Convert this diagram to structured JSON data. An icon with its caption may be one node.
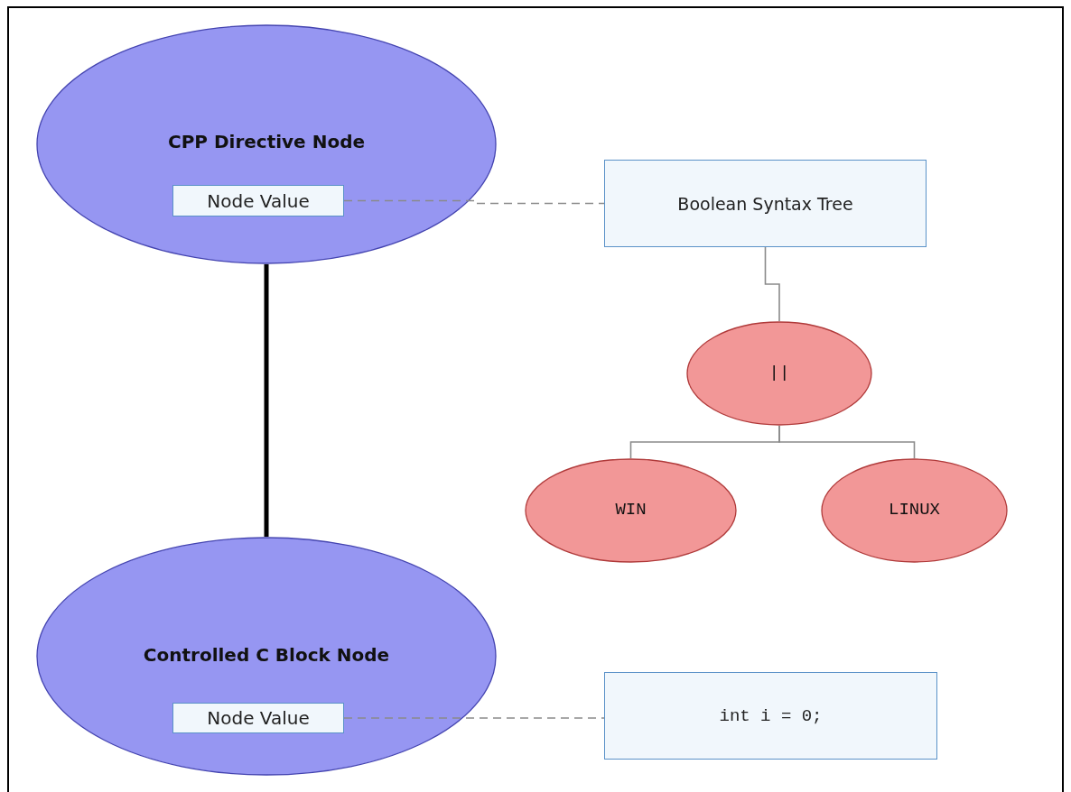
{
  "diagram": {
    "nodes": [
      {
        "text": [
          "CPP Directive Node"
        ]
      },
      {
        "text": [
          "Node Value"
        ],
        "in": 0
      },
      {
        "text": [
          "Boolean Syntax Tree"
        ]
      },
      {
        "text": [
          "||"
        ]
      },
      {
        "text": [
          "WIN"
        ]
      },
      {
        "text": [
          "LINUX"
        ]
      },
      {
        "text": [
          "Controlled C Block Node"
        ]
      },
      {
        "text": [
          "Node Value"
        ],
        "in": 6
      },
      {
        "text": [
          "int i = 0;"
        ]
      }
    ],
    "edges": [
      {
        "from": 0,
        "to": 6,
        "arrow": "none",
        "style": "thick",
        "color": "#000000"
      },
      {
        "from": 1,
        "to": 2,
        "arrow": "none",
        "style": "dashed"
      },
      {
        "from": 2,
        "to": 3,
        "arrow": "none"
      },
      {
        "from": 3,
        "to": 4,
        "arrow": "none"
      },
      {
        "from": 3,
        "to": 5,
        "arrow": "none"
      },
      {
        "from": 7,
        "to": 8,
        "arrow": "none",
        "style": "dashed"
      }
    ]
  }
}
